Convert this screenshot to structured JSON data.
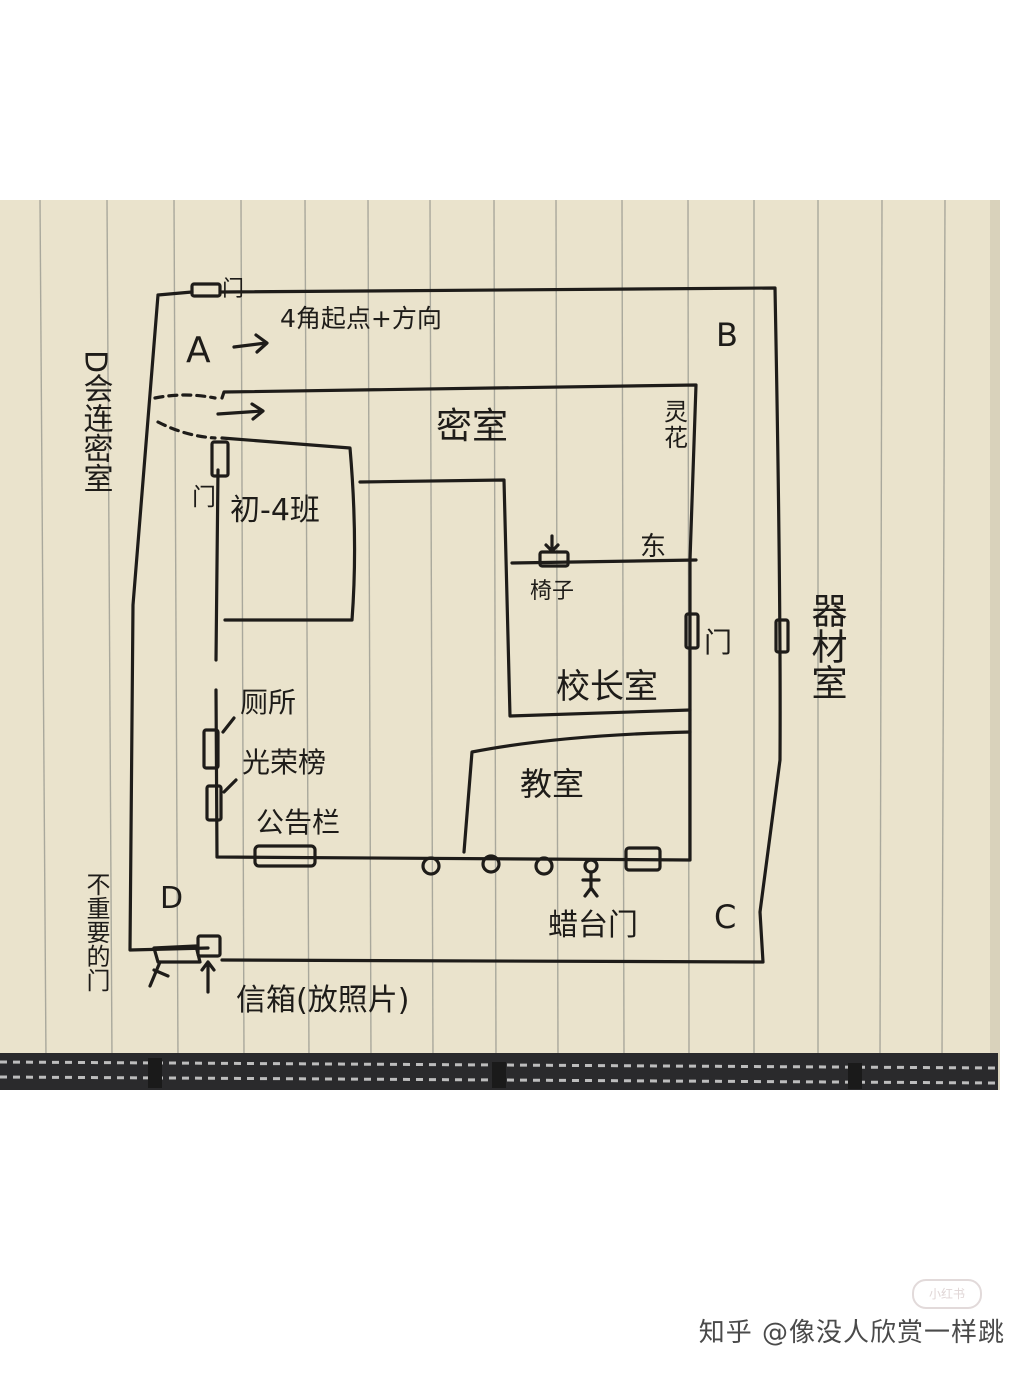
{
  "labels": {
    "door_top": "门",
    "corner_note": "4角起点+方向",
    "corner_a": "A",
    "corner_b": "B",
    "corner_c": "C",
    "corner_d": "D",
    "left_note": "D会连密室",
    "secret_room": "密室",
    "spirit": "灵",
    "spirit_2": "花",
    "door_class": "门",
    "class_name": "初-4班",
    "east": "东",
    "chair": "椅子",
    "door_right": "门",
    "principal_office": "校长室",
    "equipment_room": "器材室",
    "toilet": "厕所",
    "honor_board": "光荣榜",
    "bulletin_board": "公告栏",
    "classroom": "教室",
    "podium_door": "蜡台门",
    "unimportant_door": "不重要的门",
    "mailbox": "信箱(放照片)"
  },
  "watermark": {
    "text": "知乎 @像没人欣赏一样跳",
    "badge": "小红书"
  },
  "colors": {
    "paper": "#eae3cc",
    "ink": "#1e1c19",
    "rule_line": "#a9a89c",
    "background": "#ffffff"
  }
}
